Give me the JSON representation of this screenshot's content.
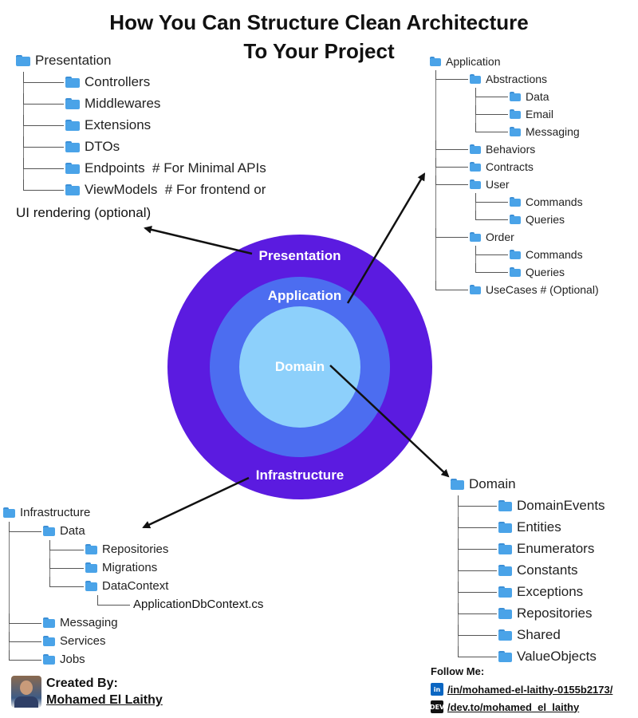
{
  "title": {
    "line1": "How You Can Structure Clean Architecture",
    "line2": "To Your Project"
  },
  "rings": {
    "presentation": "Presentation",
    "application": "Application",
    "domain": "Domain",
    "infrastructure": "Infrastructure"
  },
  "colors": {
    "outer_ring": "#5b1be0",
    "middle_ring": "#4c6df0",
    "inner_ring": "#8dd0fb",
    "folder": "#4aa3e8",
    "linkedin": "#0a66c2",
    "dev": "#111111"
  },
  "presentation_tree": {
    "root": "Presentation",
    "items": [
      "Controllers",
      "Middlewares",
      "Extensions",
      "DTOs",
      "Endpoints  # For Minimal APIs",
      "ViewModels  # For frontend or"
    ],
    "continuation": "UI rendering (optional)"
  },
  "application_tree": {
    "root": "Application",
    "abstractions": "Abstractions",
    "abstractions_children": [
      "Data",
      "Email",
      "Messaging"
    ],
    "behaviors": "Behaviors",
    "contracts": "Contracts",
    "user": "User",
    "user_children": [
      "Commands",
      "Queries"
    ],
    "order": "Order",
    "order_children": [
      "Commands",
      "Queries"
    ],
    "usecases": "UseCases # (Optional)"
  },
  "infrastructure_tree": {
    "root": "Infrastructure",
    "data": "Data",
    "data_children": [
      "Repositories",
      "Migrations",
      "DataContext"
    ],
    "datacontext_file": "ApplicationDbContext.cs",
    "others": [
      "Messaging",
      "Services",
      "Jobs"
    ]
  },
  "domain_tree": {
    "root": "Domain",
    "items": [
      "DomainEvents",
      "Entities",
      "Enumerators",
      "Constants",
      "Exceptions",
      "Repositories",
      "Shared",
      "ValueObjects"
    ]
  },
  "credit": {
    "label": "Created By:",
    "name": "Mohamed El Laithy"
  },
  "follow": {
    "label": "Follow Me:",
    "linkedin_icon": "linkedin-icon",
    "linkedin": "/in/mohamed-el-laithy-0155b2173/",
    "dev_icon": "dev-icon",
    "dev_icon_text": "DEV",
    "dev": "/dev.to/mohamed_el_laithy"
  }
}
